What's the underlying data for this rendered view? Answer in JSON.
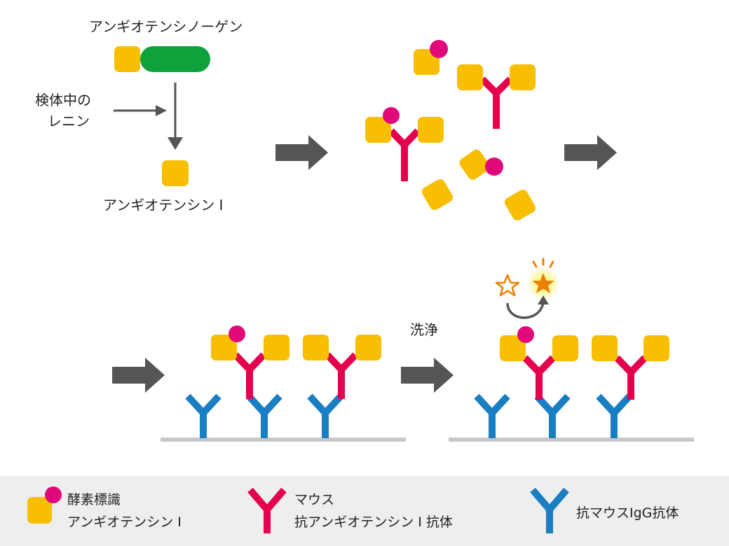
{
  "colors": {
    "angiotensin": "#F8BE00",
    "renin_substrate_body": "#0FA23C",
    "enzyme_label": "#E0087A",
    "mouse_antibody": "#E4004F",
    "anti_mouse_igg": "#1A7EC3",
    "arrow": "#555555",
    "plate": "#C8C8C8",
    "star": "#EE8000",
    "legend_bg": "#EEEEEE"
  },
  "step1": {
    "angiotensinogen_label": "アンギオテンシノーゲン",
    "renin_label_line1": "検体中の",
    "renin_label_line2": "レニン",
    "angiotensin1_label": "アンギオテンシン I"
  },
  "step4": {
    "wash_label": "洗浄"
  },
  "legend": {
    "items": [
      {
        "icon": "enzyme-labeled-angiotensin-icon",
        "line1": "酵素標識",
        "line2": "アンギオテンシン I"
      },
      {
        "icon": "mouse-antibody-icon",
        "line1": "マウス",
        "line2": "抗アンギオテンシン I 抗体"
      },
      {
        "icon": "anti-mouse-igg-icon",
        "line1": "抗マウスIgG抗体",
        "line2": ""
      }
    ]
  }
}
